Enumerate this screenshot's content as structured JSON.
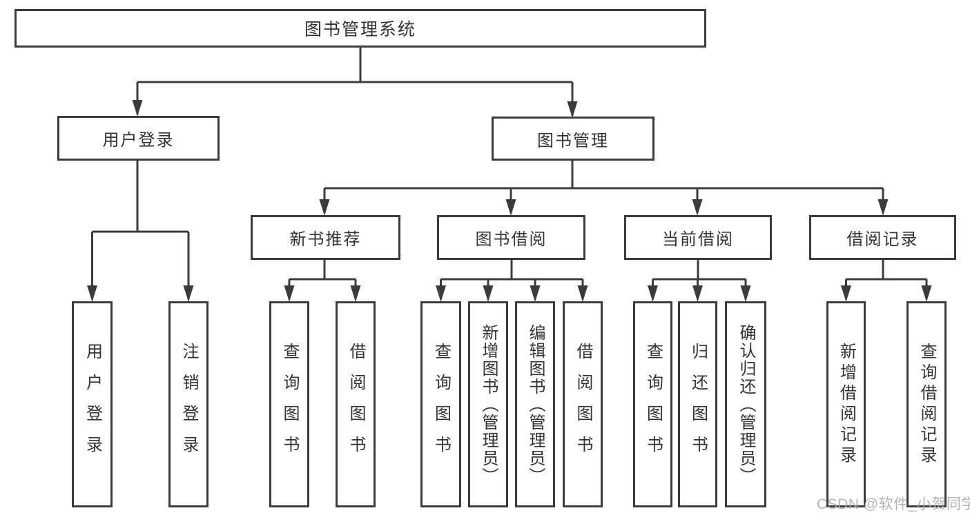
{
  "tree": {
    "root": "图书管理系统",
    "branches": [
      {
        "label": "用户登录",
        "leaves": [
          "用户登录",
          "注销登录"
        ]
      },
      {
        "label": "图书管理",
        "groups": [
          {
            "label": "新书推荐",
            "leaves": [
              "查询图书",
              "借阅图书"
            ]
          },
          {
            "label": "图书借阅",
            "leaves": [
              "查询图书",
              "新增图书（管理员）",
              "编辑图书（管理员）",
              "借阅图书"
            ]
          },
          {
            "label": "当前借阅",
            "leaves": [
              "查询图书",
              "归还图书",
              "确认归还（管理员）"
            ]
          },
          {
            "label": "借阅记录",
            "leaves": [
              "新增借阅记录",
              "查询借阅记录"
            ]
          }
        ]
      }
    ]
  },
  "watermark": {
    "text": "CSDN @软件_小贺同学"
  },
  "colors": {
    "line": "#3b3b3b",
    "box_border": "#3b3b3b",
    "text": "#333333",
    "background": "#ffffff",
    "watermark": "#adadad"
  }
}
